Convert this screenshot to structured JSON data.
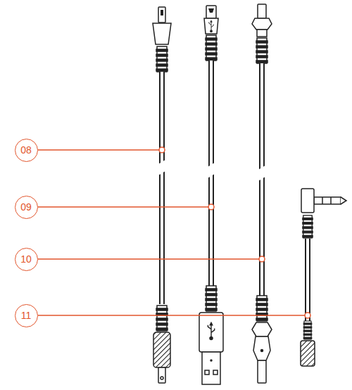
{
  "diagram": {
    "nodes": [
      {
        "text": [
          "08"
        ]
      },
      {
        "text": [
          "09"
        ]
      },
      {
        "text": [
          "10"
        ]
      },
      {
        "text": [
          "11"
        ]
      }
    ]
  }
}
